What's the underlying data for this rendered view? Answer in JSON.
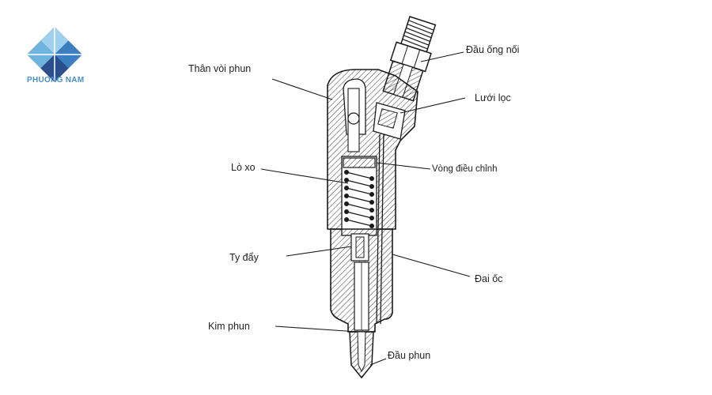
{
  "logo": {
    "icon": "diamond-logo-icon",
    "text": "PHUONG NAM",
    "colors": [
      "#3b7fc0",
      "#6fb3df",
      "#2a4f8a",
      "#9fd0ee"
    ]
  },
  "labels": {
    "than_voi_phun": "Thân vòi phun",
    "lo_xo": "Lò xo",
    "ty_day": "Ty đẩy",
    "kim_phun": "Kim phun",
    "dau_ong_noi": "Đầu ống nối",
    "luoi_loc": "Lưới lọc",
    "vong_dieu_chinh": "Vòng điều chỉnh",
    "dai_oc": "Đai ốc",
    "dau_phun": "Đầu phun"
  },
  "colors": {
    "line": "#1a1a1a",
    "hatch": "#333333",
    "logo_text": "#4a90c8"
  }
}
